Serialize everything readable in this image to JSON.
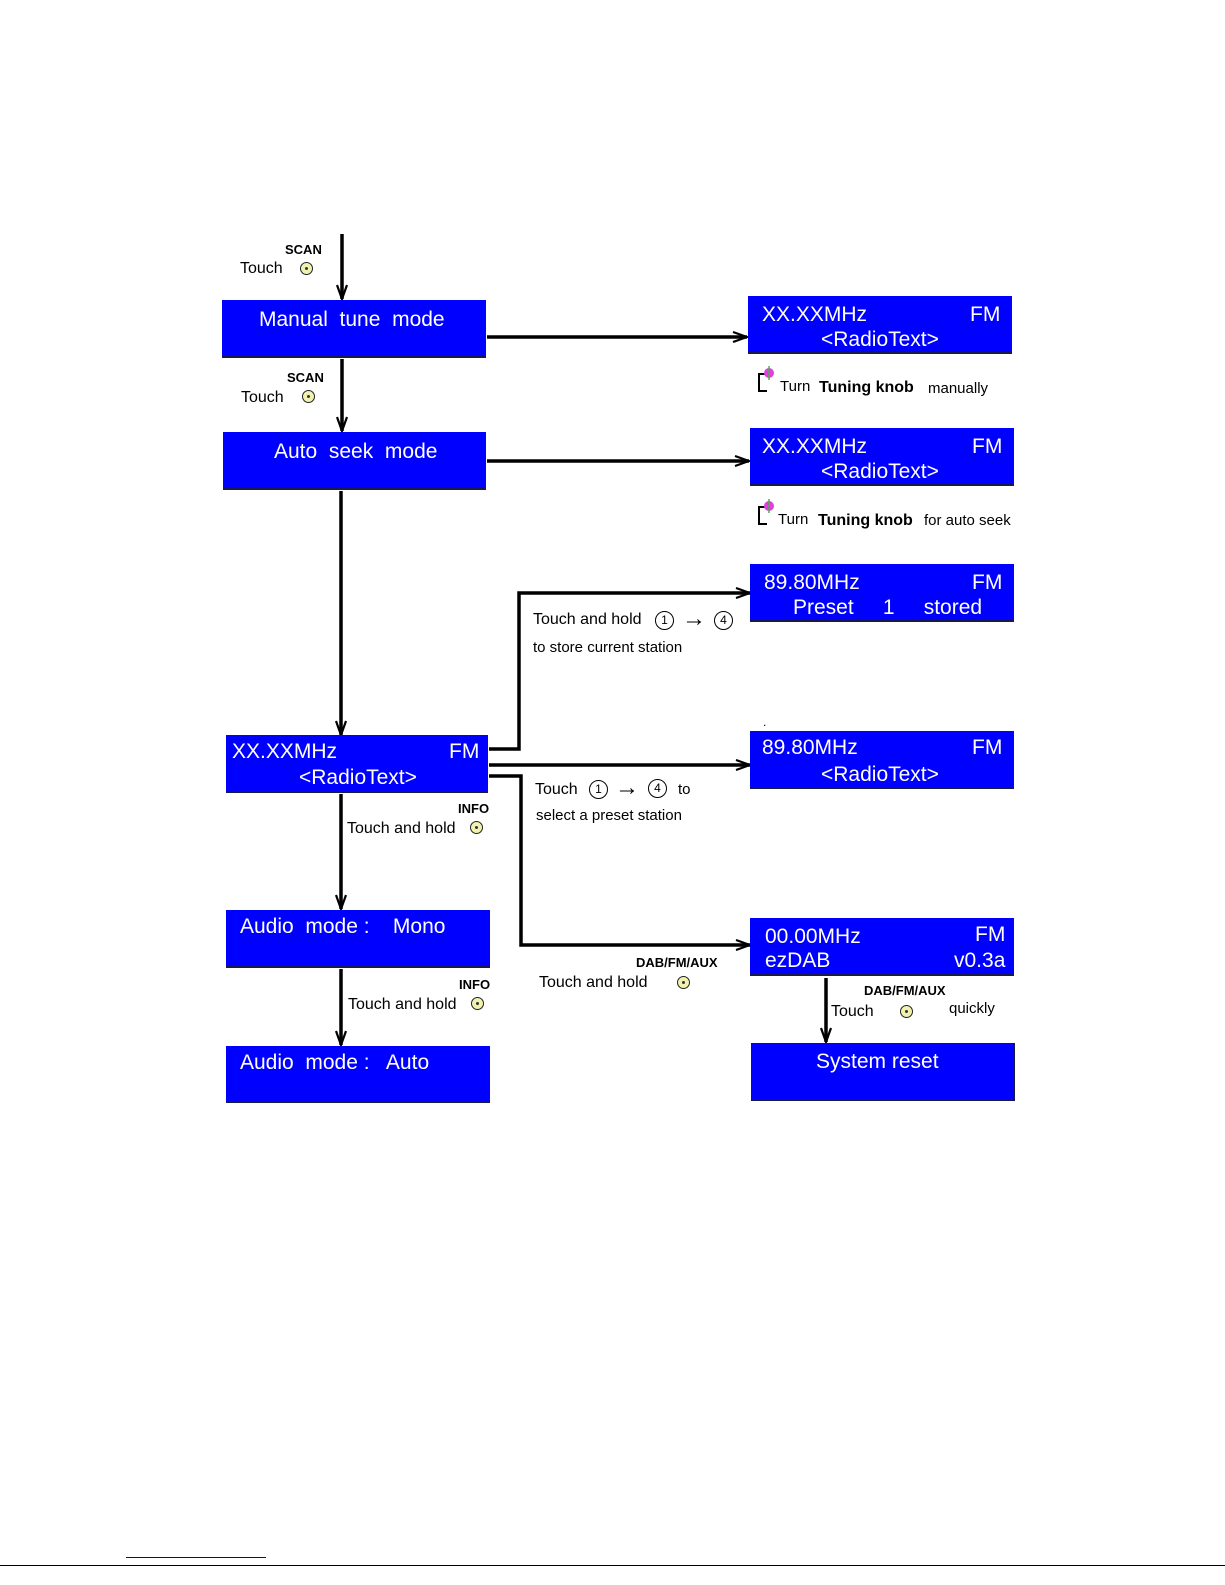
{
  "screens": {
    "manual_tune": {
      "line1": "Manual  tune  mode"
    },
    "auto_seek": {
      "line1": "Auto  seek  mode"
    },
    "radio_main": {
      "freq": "XX.XXMHz",
      "band": "FM",
      "text": "<RadioText>"
    },
    "audio_mono": {
      "line1": "Audio  mode :    Mono"
    },
    "audio_auto": {
      "line1": "Audio  mode :   Auto"
    },
    "r_manual": {
      "freq": "XX.XXMHz",
      "band": "FM",
      "text": "<RadioText>"
    },
    "r_auto": {
      "freq": "XX.XXMHz",
      "band": "FM",
      "text": "<RadioText>"
    },
    "r_store": {
      "freq": "89.80MHz",
      "band": "FM",
      "text": "Preset     1     stored"
    },
    "r_preset": {
      "freq": "89.80MHz",
      "band": "FM",
      "text": "<RadioText>"
    },
    "r_version": {
      "freq": "00.00MHz",
      "band": "FM",
      "text": "ezDAB",
      "ver": "v0.3a"
    },
    "r_reset": {
      "line1": "System reset"
    }
  },
  "labels": {
    "scan": "SCAN",
    "info": "INFO",
    "dabfmaux": "DAB/FM/AUX",
    "touch": "Touch",
    "touch_hold": "Touch and hold",
    "turn": "Turn",
    "tuning_knob": "Tuning knob",
    "manually": "manually",
    "for_auto_seek": "for auto seek",
    "store_line2": "to store current station",
    "preset_to": "to",
    "preset_line2": "select a preset station",
    "quickly": "quickly",
    "num1": "1",
    "num4": "4",
    "arrow": "→",
    "dot": "."
  },
  "colors": {
    "lcd": "#0000ff",
    "lcd_text": "#ffffff",
    "knob": "#e040e0"
  }
}
